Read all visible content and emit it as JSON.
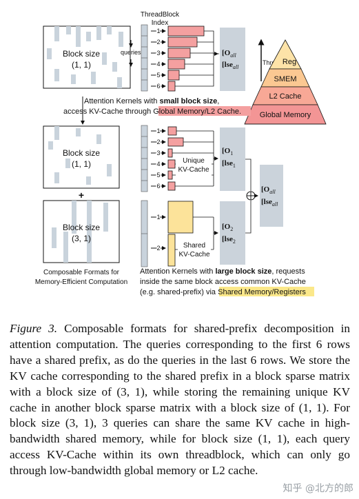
{
  "top_panel": {
    "threadblock_label_line1": "ThreadBlock",
    "threadblock_label_line2": "Index",
    "queries_label": "queries",
    "matrix_block_label": "Block size",
    "matrix_block_value": "(1, 1)",
    "thread_indices": [
      "1",
      "2",
      "3",
      "4",
      "5",
      "6"
    ],
    "output_main": "O",
    "output_sub": "all",
    "lse_main": "lse",
    "lse_sub": "all",
    "caption_part1": "Attention Kernels with ",
    "caption_bold": "small block size",
    "caption_part2": ",",
    "caption_line2_part1": "access KV-Cache through ",
    "caption_line2_highlight": "Global Memory/L2 Cache",
    "caption_line2_end": "."
  },
  "memory_pyramid": {
    "throughput_label": "Throughput",
    "levels": [
      "Reg",
      "SMEM",
      "L2 Cache",
      "Global Memory"
    ],
    "colors": {
      "reg": "#fde3a8",
      "smem": "#fbc892",
      "l2": "#f8a896",
      "global": "#f39595"
    }
  },
  "bottom_panel": {
    "upper_block_label": "Block size",
    "upper_block_value": "(1, 1)",
    "plus": "+",
    "lower_block_label": "Block size",
    "lower_block_value": "(3, 1)",
    "left_caption_line1": "Composable Formats for",
    "left_caption_line2": "Memory-Efficient Computation",
    "upper_thread_indices": [
      "1",
      "2",
      "3",
      "4",
      "5",
      "6"
    ],
    "lower_thread_indices": [
      "1",
      "2"
    ],
    "unique_label_line1": "Unique",
    "unique_label_line2": "KV-Cache",
    "shared_label_line1": "Shared",
    "shared_label_line2": "KV-Cache",
    "o1_main": "O",
    "o1_sub": "1",
    "lse1_main": "lse",
    "lse1_sub": "1",
    "o2_main": "O",
    "o2_sub": "2",
    "lse2_main": "lse",
    "lse2_sub": "2",
    "merged_o_main": "O",
    "merged_o_sub": "all",
    "merged_lse_main": "lse",
    "merged_lse_sub": "all",
    "caption_line1_part1": "Attention Kernels with ",
    "caption_line1_bold": "large block size",
    "caption_line1_part2": ", requests",
    "caption_line2": "inside the same block access common KV-Cache",
    "caption_line3_part1": "(e.g. shared-prefix) via ",
    "caption_line3_highlight": "Shared Memory/Registers"
  },
  "colors": {
    "kernel_red": "#f4a0a0",
    "kernel_yellow": "#fce39a",
    "highlight_red": "#f4a0a0",
    "highlight_yellow": "#fbe88a",
    "gray_block": "#c9d3dc",
    "output_gray": "#cbd3db"
  },
  "caption": {
    "label": "Figure 3.",
    "text": "Composable formats for shared-prefix decomposition in attention computation.  The queries corresponding to the first 6 rows have a shared prefix, as do the queries in the last 6 rows. We store the KV cache corresponding to the shared prefix in a block sparse matrix with a block size of (3, 1), while storing the remaining unique KV cache in another block sparse matrix with a block size of (1, 1). For block size (3, 1), 3 queries can share the same KV cache in high-bandwidth shared memory, while for block size (1, 1), each query access KV-Cache within its own threadblock, which can only go through low-bandwidth global memory or L2 cache."
  },
  "watermark": "知乎 @北方的郎"
}
